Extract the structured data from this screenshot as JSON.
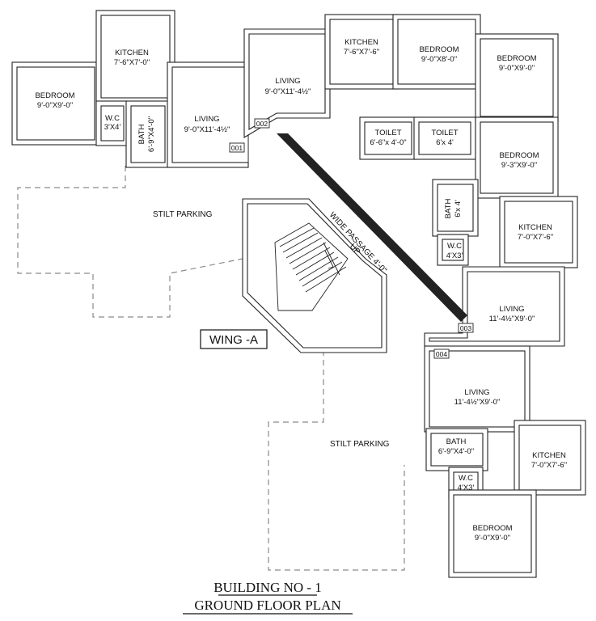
{
  "title": {
    "line1": "BUILDING NO - 1",
    "line2": "GROUND FLOOR PLAN"
  },
  "wing_label": "WING -A",
  "passage_label": "WIDE PASSAGE 4'-0\"",
  "stair_label": "UP",
  "parking": [
    "STILT PARKING",
    "STILT PARKING"
  ],
  "unit_numbers": [
    "001",
    "002",
    "003",
    "004"
  ],
  "rooms": {
    "u1_bedroom": [
      "BEDROOM",
      "9'-0\"X9'-0\""
    ],
    "u1_kitchen": [
      "KITCHEN",
      "7'-6\"X7'-0\""
    ],
    "u1_wc": [
      "W.C",
      "3'X4'"
    ],
    "u1_bath": [
      "BATH",
      "6'-9\"X4'-0\""
    ],
    "u1_living": [
      "LIVING",
      "9'-0\"X11'-4½\""
    ],
    "u2_living": [
      "LIVING",
      "9'-0\"X11'-4½\""
    ],
    "u2_kitchen": [
      "KITCHEN",
      "7'-6\"X7'-6\""
    ],
    "u2_bedroom": [
      "BEDROOM",
      "9'-0\"X8'-0\""
    ],
    "u2_toilet": [
      "TOILET",
      "6'-6\"x 4'-0\""
    ],
    "u3_toilet": [
      "TOILET",
      "6'x 4'"
    ],
    "u3_bedroom_top": [
      "BEDROOM",
      "9'-0\"X9'-0\""
    ],
    "u3_bedroom": [
      "BEDROOM",
      "9'-3\"X9'-0\""
    ],
    "u3_bath": [
      "BATH",
      "6'x 4'"
    ],
    "u3_kitchen": [
      "KITCHEN",
      "7'-0\"X7'-6\""
    ],
    "u3_wc": [
      "W.C",
      "4'X3'"
    ],
    "u3_living": [
      "LIVING",
      "11'-4½\"X9'-0\""
    ],
    "u4_living": [
      "LIVING",
      "11'-4½\"X9'-0\""
    ],
    "u4_bath": [
      "BATH",
      "6'-9\"X4'-0\""
    ],
    "u4_kitchen": [
      "KITCHEN",
      "7'-0\"X7'-6\""
    ],
    "u4_wc": [
      "W.C",
      "4'X3'"
    ],
    "u4_bedroom": [
      "BEDROOM",
      "9'-0\"X9'-0\""
    ]
  }
}
